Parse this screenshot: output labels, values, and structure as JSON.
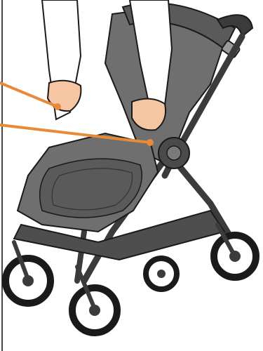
{
  "figure": {
    "subject": "stroller",
    "callouts": [
      {
        "id": "left-hand-grip",
        "color": "#e98a3a",
        "target": "seat-side-adjuster-left"
      },
      {
        "id": "right-hand-grip",
        "color": "#e98a3a",
        "target": "seat-side-adjuster-right"
      }
    ],
    "colors": {
      "frame": "#3b3b3b",
      "fabric": "#6f6f6f",
      "fabric_dark": "#505050",
      "hand_fill": "#f6c6a2",
      "outline": "#1a1a1a",
      "callout": "#e98a3a",
      "background": "#ffffff"
    },
    "icons": [
      "hand-icon",
      "wheel-icon"
    ]
  }
}
